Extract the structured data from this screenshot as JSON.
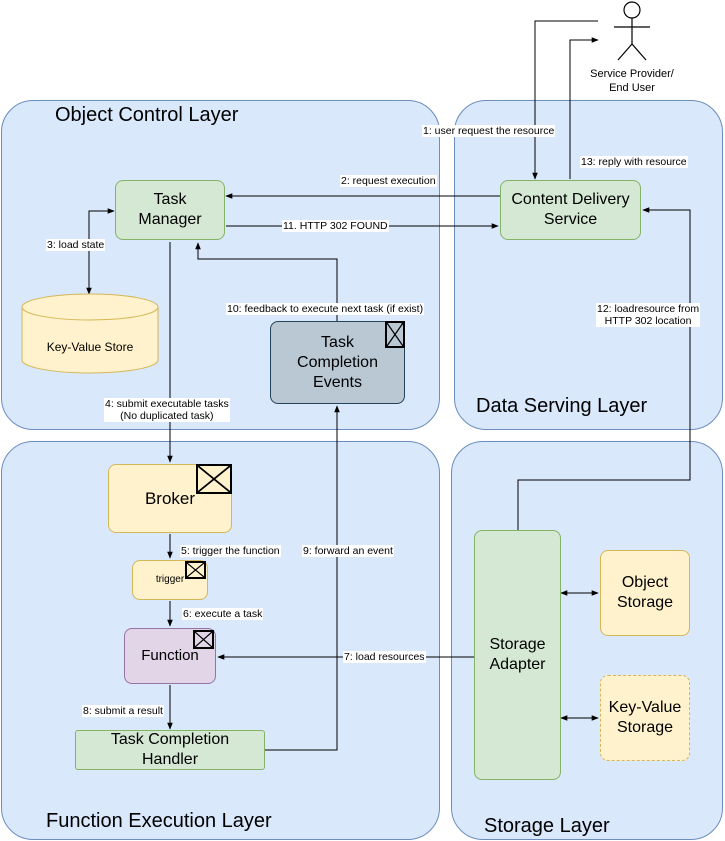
{
  "layers": {
    "object_control": "Object Control Layer",
    "data_serving": "Data Serving Layer",
    "function_execution": "Function Execution Layer",
    "storage": "Storage Layer"
  },
  "actor": {
    "label_line1": "Service Provider/",
    "label_line2": "End User"
  },
  "nodes": {
    "task_manager": [
      "Task",
      "Manager"
    ],
    "kv_store": "Key-Value Store",
    "task_completion_events": [
      "Task",
      "Completion",
      "Events"
    ],
    "content_delivery": [
      "Content Delivery",
      "Service"
    ],
    "broker": "Broker",
    "trigger": "trigger",
    "function": "Function",
    "task_completion_handler": [
      "Task Completion",
      "Handler"
    ],
    "storage_adapter": [
      "Storage",
      "Adapter"
    ],
    "object_storage": [
      "Object",
      "Storage"
    ],
    "kv_storage": [
      "Key-Value",
      "Storage"
    ]
  },
  "edges": {
    "e1": "1: user request the resource",
    "e2": "2: request execution",
    "e3": "3: load state",
    "e4_line1": "4: submit executable tasks",
    "e4_line2": "(No duplicated task)",
    "e5": "5: trigger the function",
    "e6": "6: execute a task",
    "e7": "7: load resources",
    "e8": "8: submit a result",
    "e9": "9: forward an event",
    "e10": "10: feedback to execute next task (if exist)",
    "e11": "11. HTTP 302 FOUND",
    "e12_line1": "12: loadresource from",
    "e12_line2": "HTTP 302 location",
    "e13": "13: reply with resource"
  },
  "colors": {
    "layer_fill": "#dae8fc",
    "green": "#d5e8d4",
    "yellow": "#fff2cc",
    "purple": "#e1d5e7",
    "grey": "#bac8d3"
  }
}
